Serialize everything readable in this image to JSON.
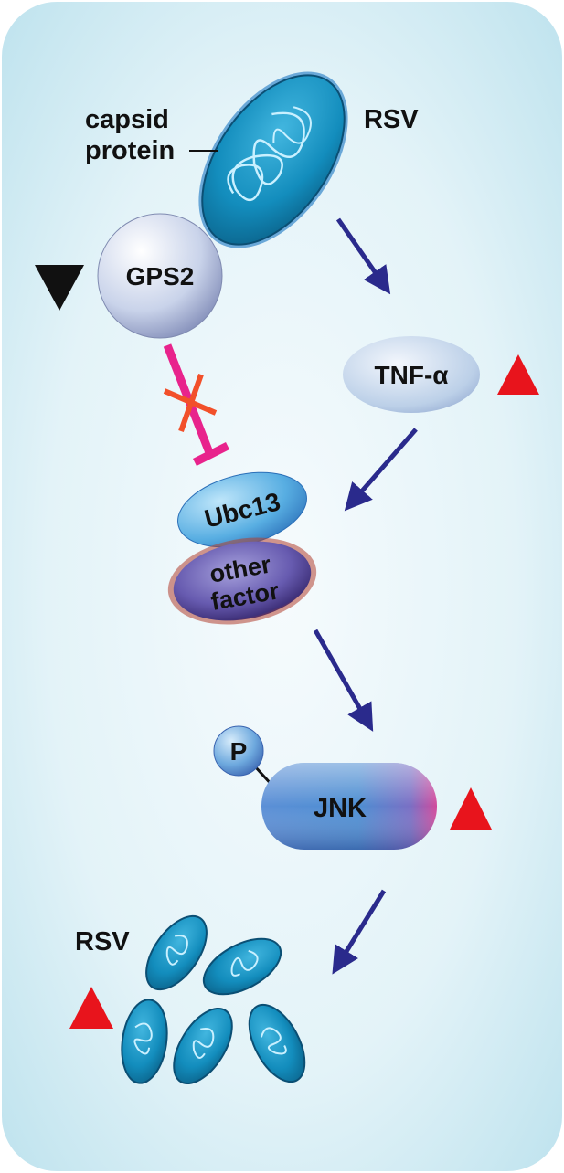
{
  "diagram": {
    "virus": {
      "label": "RSV",
      "capsid_label_line1": "capsid",
      "capsid_label_line2": "protein"
    },
    "gps2": {
      "label": "GPS2",
      "change": "decrease"
    },
    "tnf": {
      "label": "TNF-α",
      "change": "increase"
    },
    "ubc13": {
      "label": "Ubc13"
    },
    "other": {
      "label_line1": "other",
      "label_line2": "factor"
    },
    "phospho": {
      "label": "P"
    },
    "jnk": {
      "label": "JNK",
      "change": "increase"
    },
    "progeny": {
      "label": "RSV",
      "change": "increase"
    },
    "colors": {
      "background_edge": "#bfe3ee",
      "background_center": "#f2fafc",
      "arrow": "#2a2a8c",
      "inhibit": "#e8238c",
      "block_x": "#f2502a",
      "up_triangle": "#e8141c",
      "down_triangle": "#111111",
      "virus_fill": "#1a8fbf",
      "other_factor": "#5a4a9a"
    },
    "icons": [
      "down-triangle-icon",
      "up-triangle-icon",
      "block-x-icon",
      "inhibition-bar-icon",
      "arrow-icon"
    ]
  }
}
